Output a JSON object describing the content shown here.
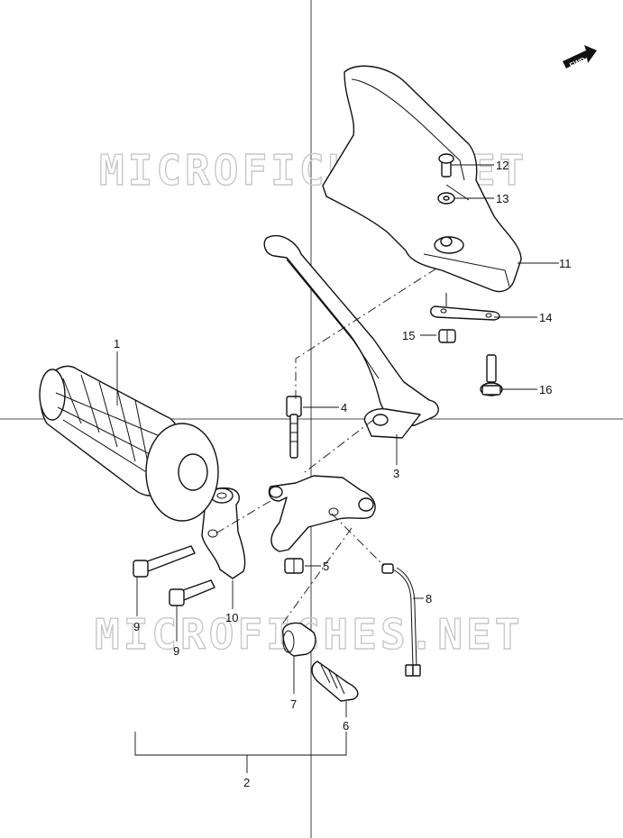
{
  "watermark": "MICROFICHES.NET",
  "fwd_label": "FWD",
  "callouts": {
    "c1": "1",
    "c2": "2",
    "c3": "3",
    "c4": "4",
    "c5": "5",
    "c6": "6",
    "c7": "7",
    "c8": "8",
    "c9a": "9",
    "c9b": "9",
    "c10": "10",
    "c11": "11",
    "c12": "12",
    "c13": "13",
    "c14": "14",
    "c15": "15",
    "c16": "16"
  }
}
